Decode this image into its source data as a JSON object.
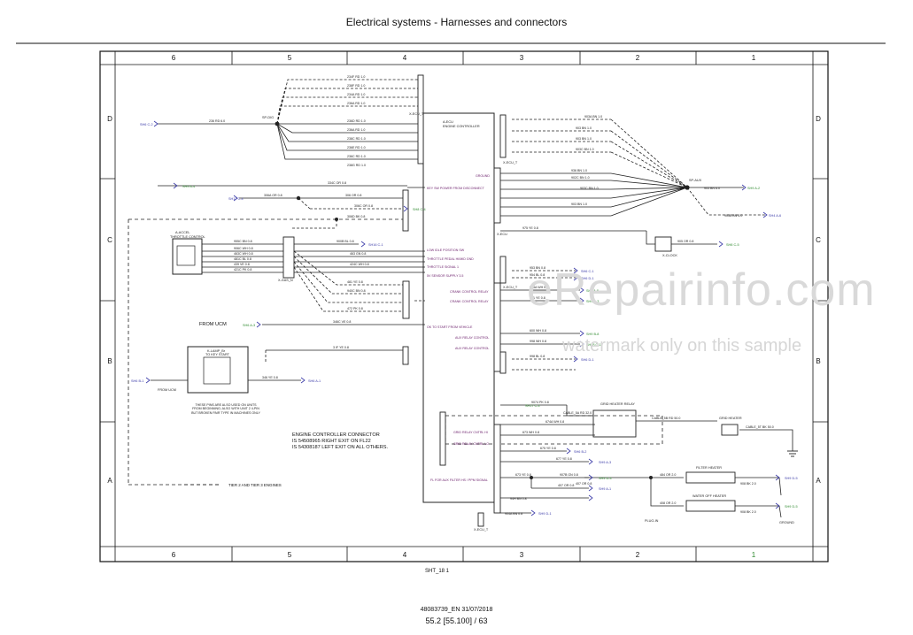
{
  "page": {
    "title": "Electrical systems - Harnesses and connectors",
    "sheet_ref": "SHT_18   1",
    "doc_code": "48083739_EN 31/07/2018",
    "page_number": "55.2 [55.100] / 63"
  },
  "watermark": {
    "logo": "eRepairinfo.com",
    "note": "watermark only on this sample"
  },
  "frame": {
    "columns": [
      "6",
      "5",
      "4",
      "3",
      "2",
      "1"
    ],
    "rows": [
      "D",
      "C",
      "B",
      "A"
    ]
  },
  "diagram": {
    "controller_title": "A-ECU",
    "controller_subtitle": "ENGINE CONTROLLER",
    "throttle_title": "A-ACCEL",
    "throttle_subtitle": "THROTTLE CONTROL",
    "from_ucm_1": "FROM UCM",
    "from_ucm_2": "FROM UCM",
    "relay_key_start": "K-LAMP_Br",
    "relay_key_start_sub": "TO KEY START",
    "fuse_note": "THESE PINS ARE ALSO USED ON UNITS FROM BEGINNING; ALSO WITH UNIT 2 4-PIN BUT BROKEN PAIR TYPE IN MACHINES ONLY",
    "connector_note_1": "ENGINE CONTROLLER CONNECTOR",
    "connector_note_2": "IS 54508965 RIGHT EXIT ON FL22",
    "connector_note_3": "IS 54308187 LEFT EXIT ON ALL OTHERS.",
    "legend_tier": "TIER 2 AND TIER 3 ENGINES",
    "heater_relay": "GRID HEATER RELAY",
    "grid_heater": "GRID HEATER",
    "fuel_heater": "FILTER HEATER",
    "water_heater": "WATER OFF HEATER",
    "plug_label": "PLUG-IN",
    "ground_label": "GROUND"
  },
  "signals": {
    "power_key": "KEY SW POWER FROM DISCONNECT",
    "ground": "GROUND",
    "low_idle": "LOW IDLE POSITION SW",
    "throttle_hi": "THROTTLE PEDAL HI/MID GND",
    "throttle_sig": "THROTTLE SIGNAL 1",
    "sensor_supply": "5V SENSOR SUPPLY 3.5",
    "crank_relay_1": "CRANK CONTROL RELAY",
    "crank_relay_2": "CRANK CONTROL RELAY",
    "start_enable": "OK TO START FROM VEHICLE",
    "aux_relay_1": "AUX RELAY CONTROL",
    "aux_relay_2": "AUX RELAY CONTROL",
    "grid_relay_1": "GRID RELAY CNTRL HI",
    "grid_relay_2": "GRID RELAY CNTRL LO",
    "fuel_filter": "FL FOR AUX FILTER HS / PPM SIGNAL"
  },
  "harness_ids": {
    "left_splice": "SP-DIG",
    "top_conn": "X-ECU_T",
    "right_conn": "X-ECU_T",
    "splice_right": "SP-AUX",
    "throttle_conn": "X-GAS_N",
    "x_clock": "X-CLOCK",
    "small_conn": "X-ECU_T",
    "mid_conn": "X-ECU",
    "bottom_conn": "X-ECU_T"
  },
  "refs": {
    "shr_c2": "SH6 C-2",
    "shr_a4": "SH9 A-4",
    "shr_a2": "SH9 A-2",
    "shr_c4": "SH8 C-4",
    "shr_a3": "SH6 A-3",
    "shr_c7": "SH17 C-4",
    "shr_c1": "SH16 C-1",
    "shr_c5": "SH8 C-5",
    "shr_d1": "SH9 D-1",
    "shr_a5": "SH9 A-5",
    "shr_b8": "SH9 B-3",
    "shr_b9": "SH9 B-8",
    "shr_c6": "SH18 C-1",
    "shr_b2": "SH6 B-1",
    "shr_b3": "SH6 A-1",
    "shr_a6": "SH4 A-6",
    "shr_a7": "SH9 A-3",
    "shr_a8": "SH9 A-1",
    "shr_a9": "SH9 D-5",
    "shr_d5": "SH9 D-4",
    "shr_l1": "SH6 C-1",
    "shr_l2": "SH6 D-1",
    "shr_l3": "SH6 D-1",
    "shr_l4": "SH6 B-2"
  },
  "wires": {
    "w_top1": "234F RD 1.0",
    "w_top2": "238F RD 1.0",
    "w_top3": "234A RD 1.0",
    "w_top4": "236A RD 1.0",
    "w_fan1": "236D RD 1.0",
    "w_fan2": "236A RD 1.0",
    "w_fan3": "238C RD 1.0",
    "w_fan4": "236E RD 1.0",
    "w_fan5": "236C RD 1.0",
    "w_fan6": "238G RD 1.0",
    "w_main": "236 RD 6.0",
    "w_pwr1": "334C OR 0.8",
    "w_pwr2": "306A OR 0.8",
    "w_pwr3": "306 OR 0.8",
    "w_pwr4": "306C OR 0.8",
    "w_pwr5": "306D BK 0.8",
    "w_th1": "955C BN 0.8",
    "w_th2": "906C WH 0.8",
    "w_th3": "463C WH 0.8",
    "w_th4": "481C BL 0.8",
    "w_th5": "439 VE 0.8",
    "w_th6": "421C PK 0.8",
    "w_th7": "900B BL 0.8",
    "w_th8": "463 GN 0.8",
    "w_th9": "424C WH 0.8",
    "w_th10": "481 YE 0.8",
    "w_th11": "940C BN 0.8",
    "w_th12": "472 PK 0.8",
    "w_ucm": "346C VE 0.8",
    "w_key": "3 IF YE 0.8",
    "w_relay": "346 YE 0.8",
    "w_ecu1": "903A BN 1.0",
    "w_ecu2": "903 BN 1.0",
    "w_ecu3": "903 BN 1.0",
    "w_ecu4": "903C BN 1.0",
    "w_ecu5": "936 BN 1.0",
    "w_ecu6": "902C BN 1.0",
    "w_ecu7": "903C BN 1.0",
    "w_ecu8": "903 BN 1.0",
    "w_gnd": "903 BN 6.0",
    "w_gnd2": "903B BN 6.0",
    "w_crk1": "953 BN 0.8",
    "w_crk2": "954 BL 0.8",
    "w_crk3": "953A WH 0.8",
    "w_crk4": "921 YE 0.8",
    "w_aux1": "600 WH 0.8",
    "w_aux2": "998 WH 0.8",
    "w_aux3": "998 BL 0.8",
    "w_grid1": "674A WH 0.8",
    "w_grid2": "673 WH 0.8",
    "w_grid3": "675 YE 0.8",
    "w_grid4": "677 YE 0.8",
    "w_grid5": "673 YE 0.8",
    "w_grid6": "9074 PK 0.8",
    "w_grid7": "907B GN 0.8",
    "w_grid8": "407 OR 0.8",
    "w_grid9": "407 OR 0.8",
    "w_grid10": "484 OR 2.0",
    "w_grid11": "408 OR 2.0",
    "w_grid12": "908 BK 2.0",
    "w_grid13": "908 BK 2.0",
    "w_cable1": "CABLE_5B RD 50.0",
    "w_cable2": "CABLE_5A RD 32.0",
    "w_cable3": "CABLE_5T BK 50.0",
    "w_bot1": "94H BN 0.8",
    "w_bot2": "904A BN 0.8",
    "w_bot3": "905 OR 0.8",
    "w_bot4": "975 YE 0.8"
  },
  "colors": {
    "line": "#222222",
    "ref_blue": "#3a3aa8",
    "ref_green": "#2f8a2f",
    "signal_purple": "#6a1d6a",
    "col_one_green": "#2f8a2f",
    "watermark": "#d9d9d9"
  }
}
